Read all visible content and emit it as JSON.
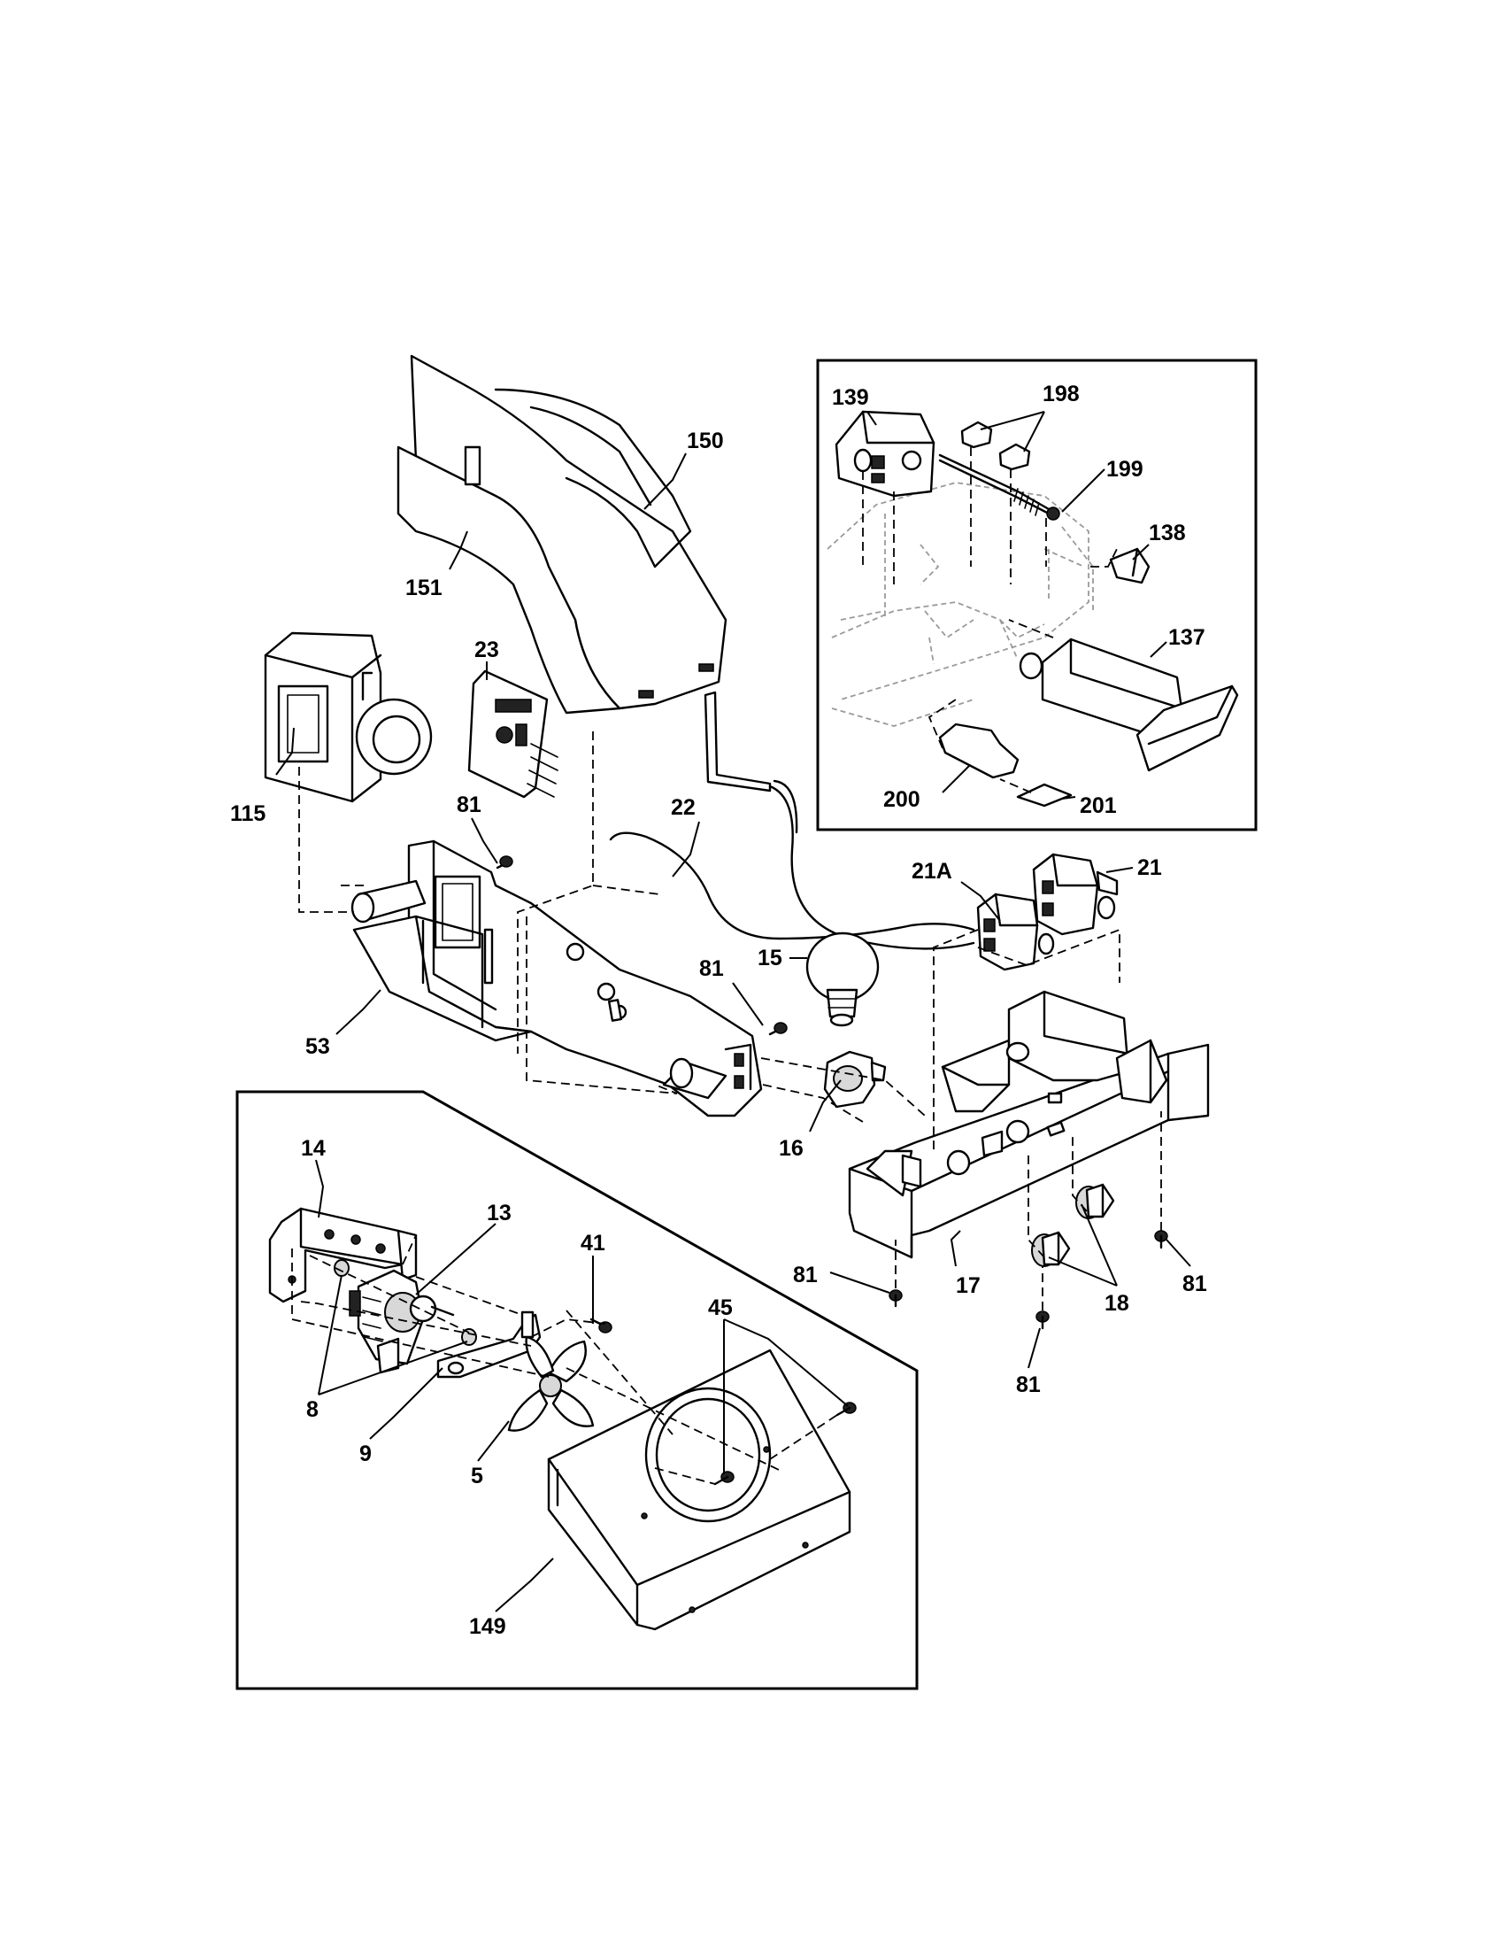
{
  "labels": {
    "n150": "150",
    "n151": "151",
    "n23": "23",
    "n115": "115",
    "n22": "22",
    "n81a": "81",
    "n53": "53",
    "n81b": "81",
    "n15": "15",
    "n16": "16",
    "n21A": "21A",
    "n21": "21",
    "n17": "17",
    "n81c": "81",
    "n81d": "81",
    "n18": "18",
    "n81e": "81",
    "n139": "139",
    "n198": "198",
    "n199": "199",
    "n138": "138",
    "n137": "137",
    "n200": "200",
    "n201": "201",
    "n14": "14",
    "n13": "13",
    "n41": "41",
    "n45": "45",
    "n8": "8",
    "n9": "9",
    "n5": "5",
    "n149": "149"
  }
}
